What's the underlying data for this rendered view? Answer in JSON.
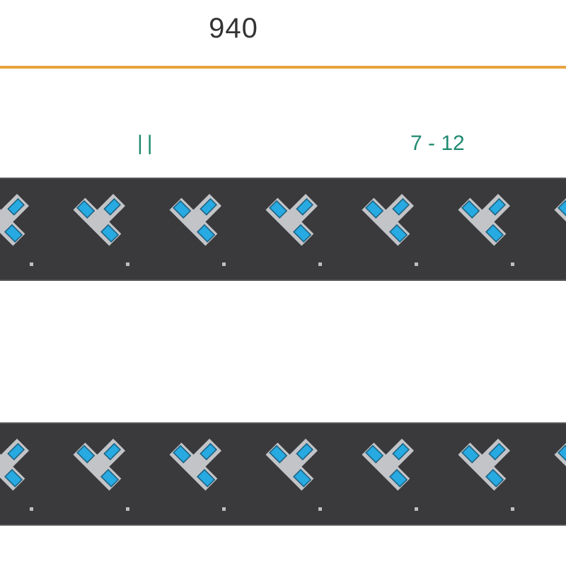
{
  "diagram": {
    "dimension_label": "940",
    "group_markers": [
      {
        "text": "||"
      },
      {
        "text": "7 - 12"
      }
    ],
    "panels": [
      {
        "port_count": 7
      },
      {
        "port_count": 7
      }
    ]
  },
  "colors": {
    "panel": "#3a3a3c",
    "port_body": "#c2c4c8",
    "port_contact": "#27a9e1",
    "dimension_line": "#e8a33d",
    "marker_text": "#1f8a70"
  },
  "icons": {
    "port": "t-shaped-port-icon"
  }
}
